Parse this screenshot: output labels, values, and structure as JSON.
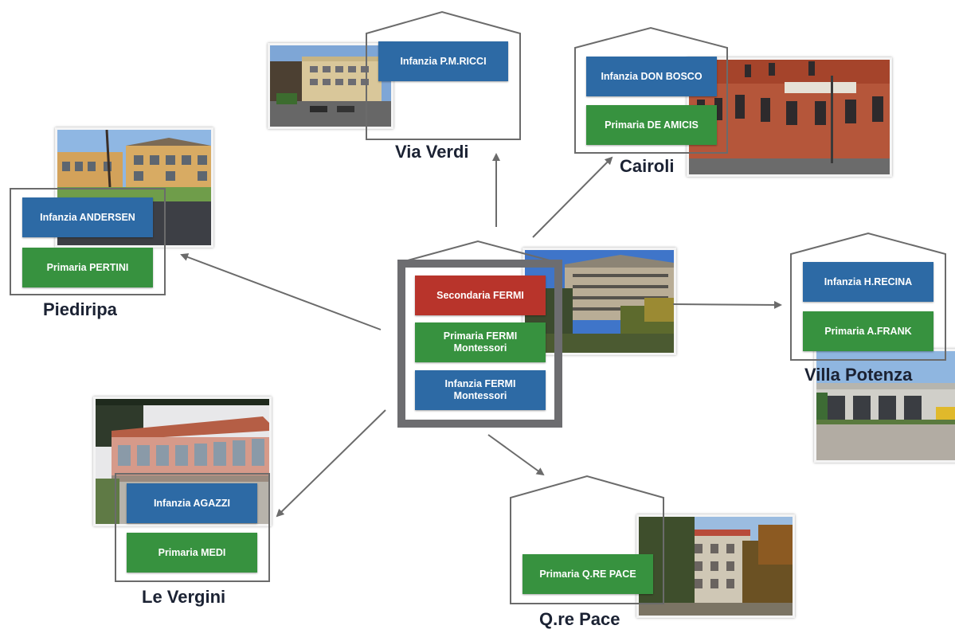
{
  "center": {
    "secondaria": "Secondaria FERMI",
    "primaria": "Primaria FERMI\nMontessori",
    "infanzia": "Infanzia FERMI\nMontessori"
  },
  "via_verdi": {
    "name": "Via Verdi",
    "infanzia": "Infanzia P.M.RICCI"
  },
  "cairoli": {
    "name": "Cairoli",
    "infanzia": "Infanzia DON BOSCO",
    "primaria": "Primaria DE AMICIS"
  },
  "piediripa": {
    "name": "Piediripa",
    "infanzia": "Infanzia ANDERSEN",
    "primaria": "Primaria PERTINI"
  },
  "villa_potenza": {
    "name": "Villa Potenza",
    "infanzia": "Infanzia H.RECINA",
    "primaria": "Primaria A.FRANK"
  },
  "le_vergini": {
    "name": "Le Vergini",
    "infanzia": "Infanzia AGAZZI",
    "primaria": "Primaria MEDI"
  },
  "qre_pace": {
    "name": "Q.re Pace",
    "primaria": "Primaria Q.RE PACE"
  },
  "colors": {
    "infanzia": "#2d6aa5",
    "primaria": "#37923f",
    "secondaria": "#b8342b",
    "outline": "#6b6b6b"
  }
}
